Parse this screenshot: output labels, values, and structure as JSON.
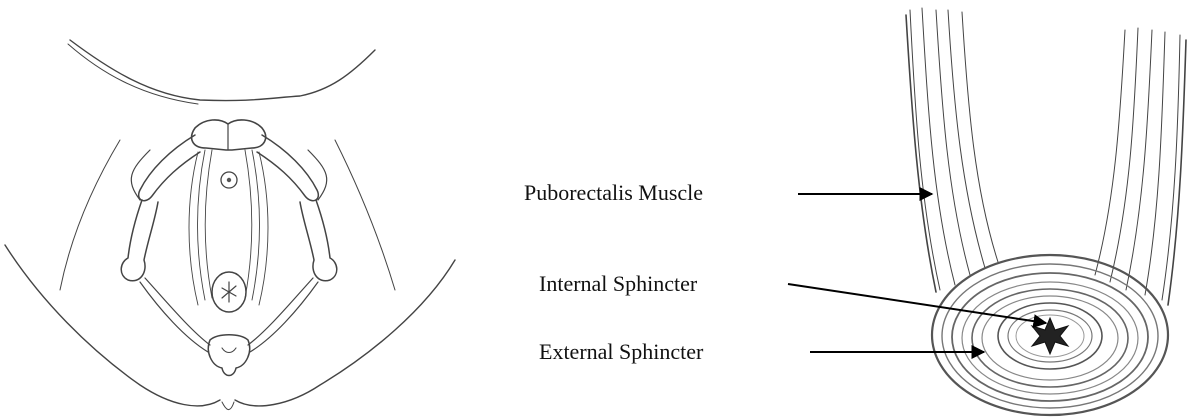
{
  "labels": {
    "puborectalis": "Puborectalis Muscle",
    "internal_sphincter": "Internal Sphincter",
    "external_sphincter": "External Sphincter"
  },
  "colors": {
    "line": "#444444",
    "arrow": "#000000",
    "shade": "#8a8a8a"
  }
}
